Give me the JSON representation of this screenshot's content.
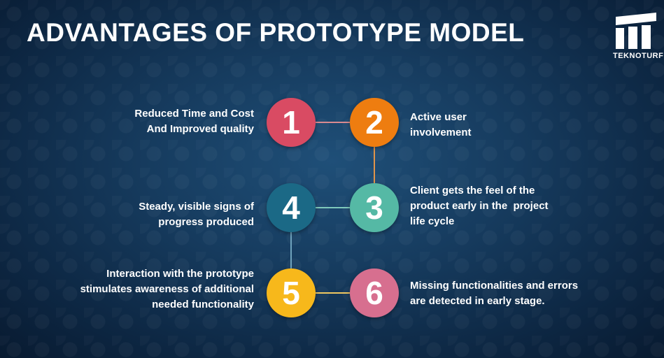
{
  "title": "ADVANTAGES OF PROTOTYPE MODEL",
  "logo": {
    "icon": "teknoturf-logo-icon",
    "text": "TEKNOTURF"
  },
  "items": [
    {
      "number": "1",
      "color": "#d94b63",
      "lines": [
        "Reduced Time and Cost",
        "And Improved quality"
      ]
    },
    {
      "number": "2",
      "color": "#ee7d10",
      "lines": [
        "Active user",
        "involvement"
      ]
    },
    {
      "number": "3",
      "color": "#55b9a5",
      "lines": [
        "Client gets the feel of the",
        "product early in the  project",
        "life cycle"
      ]
    },
    {
      "number": "4",
      "color": "#1b6986",
      "lines": [
        "Steady, visible signs of",
        "progress produced"
      ]
    },
    {
      "number": "5",
      "color": "#f7b81b",
      "lines": [
        "Interaction with the prototype",
        "stimulates awareness of additional",
        "needed functionality"
      ]
    },
    {
      "number": "6",
      "color": "#d76f8f",
      "lines": [
        "Missing functionalities and errors",
        "are detected in early stage."
      ]
    }
  ],
  "connector_colors": {
    "c1_c2": "#d98a90",
    "c2_c3": "#e0944a",
    "c3_c4": "#7fc9bb",
    "c4_c5": "#6fa3bd",
    "c5_c6": "#f0c860"
  }
}
